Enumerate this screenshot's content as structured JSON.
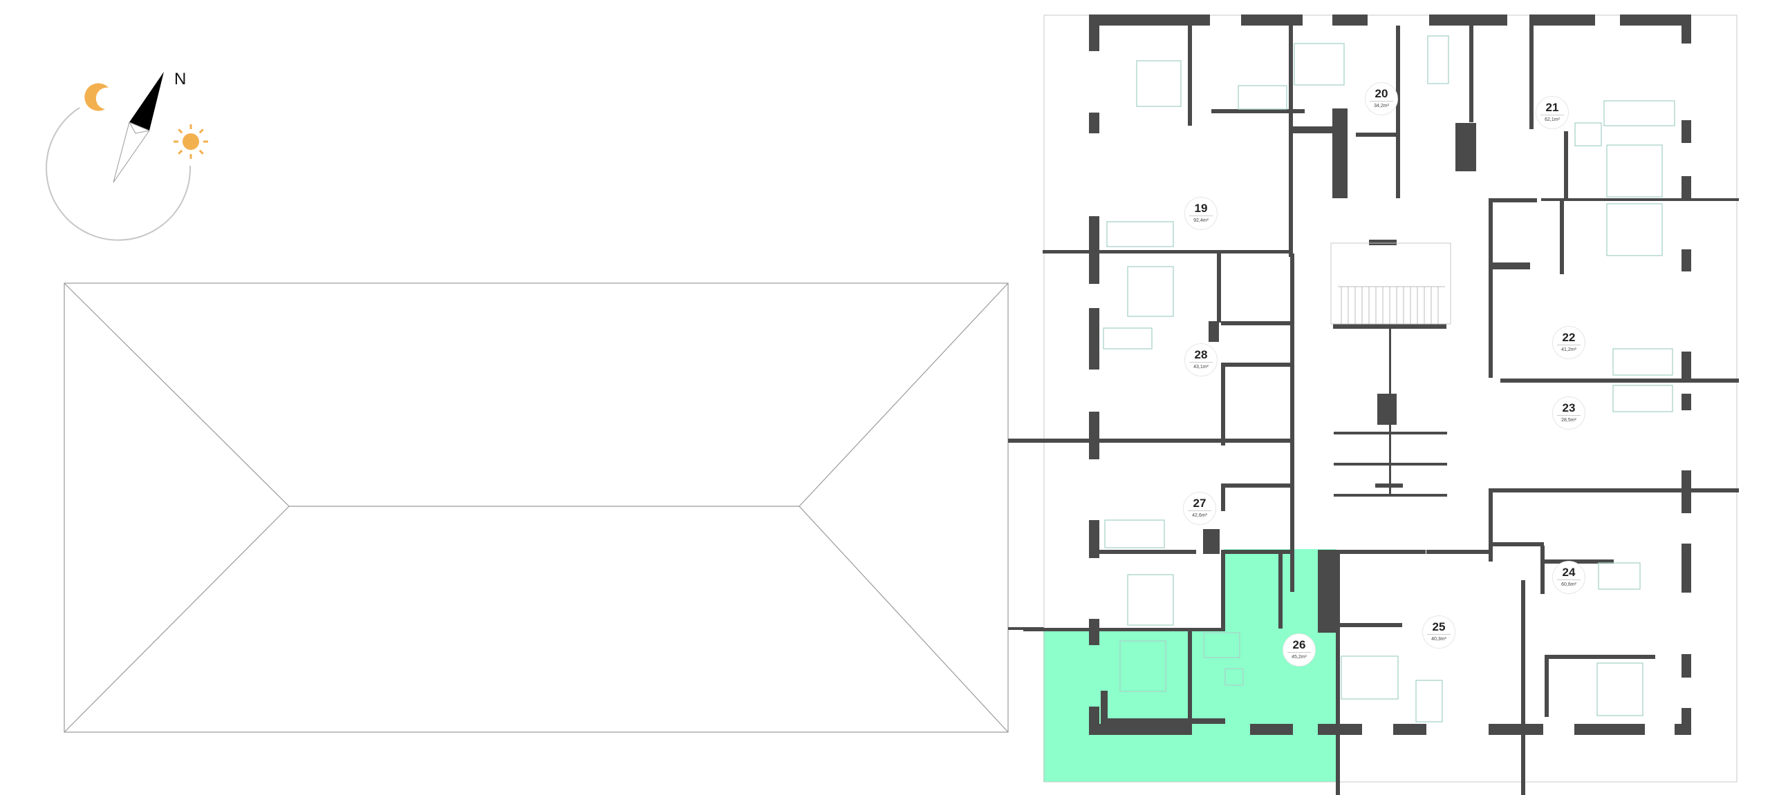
{
  "compass": {
    "north_label": "N",
    "accent_color": "#f3b04f"
  },
  "plan": {
    "wall_color": "#4a4a4a",
    "furniture_color": "#a8d2c9",
    "highlight_color": "#8cffca",
    "selected_unit": "26"
  },
  "units": [
    {
      "number": "19",
      "area": "92,4m²"
    },
    {
      "number": "20",
      "area": "34,2m²"
    },
    {
      "number": "21",
      "area": "62,1m²"
    },
    {
      "number": "22",
      "area": "41,2m²"
    },
    {
      "number": "23",
      "area": "28,5m²"
    },
    {
      "number": "24",
      "area": "60,6m²"
    },
    {
      "number": "25",
      "area": "40,3m²"
    },
    {
      "number": "26",
      "area": "45,2m²"
    },
    {
      "number": "27",
      "area": "42,6m²"
    },
    {
      "number": "28",
      "area": "43,1m²"
    }
  ]
}
